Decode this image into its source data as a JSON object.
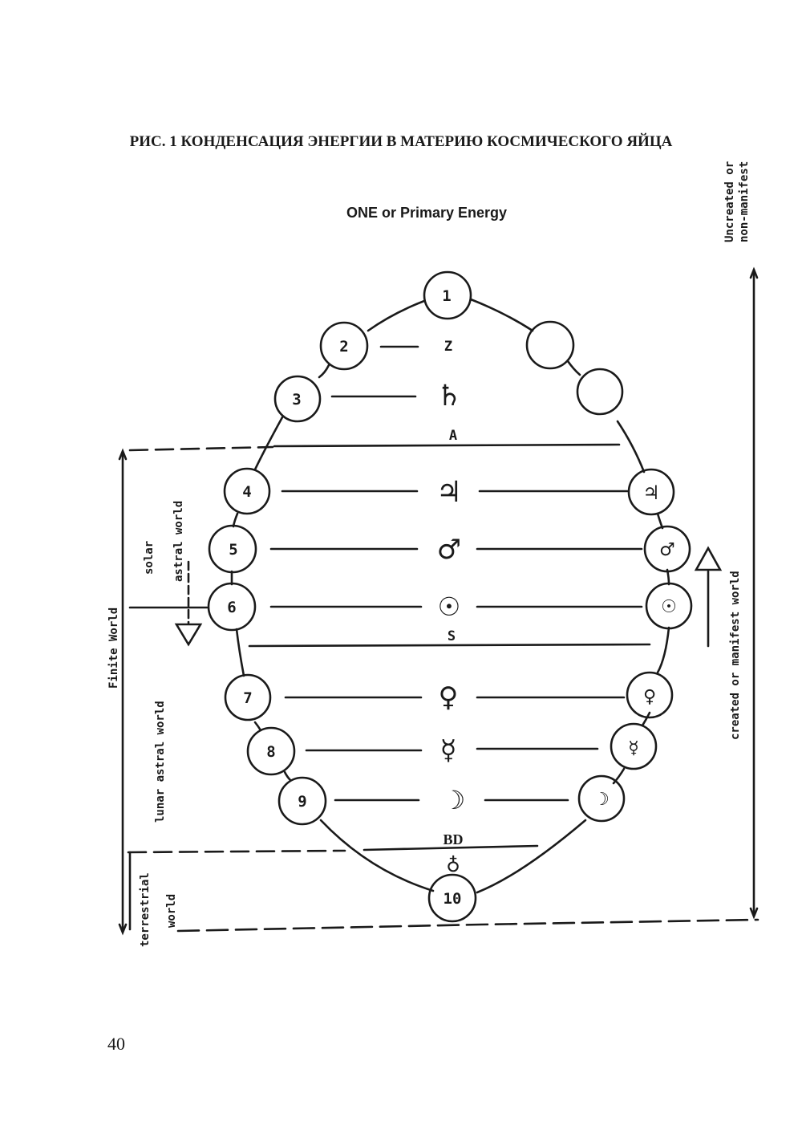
{
  "page": {
    "title": "РИС. 1 КОНДЕНСАЦИЯ ЭНЕРГИИ В МАТЕРИЮ КОСМИЧЕСКОГО ЯЙЦА",
    "page_number": "40"
  },
  "diagram": {
    "top_label": "ONE or Primary Energy",
    "left_nodes": [
      "1",
      "2",
      "3",
      "4",
      "5",
      "6",
      "7",
      "8",
      "9",
      "10"
    ],
    "center_labels": {
      "z": "Z",
      "a": "A",
      "s": "S",
      "bd": "BD"
    },
    "planet_symbols": {
      "saturn": "♄",
      "jupiter": "♃",
      "mars": "♂",
      "sun": "☉",
      "venus": "♀",
      "mercury": "☿",
      "moon": "☽",
      "earth": "♁"
    },
    "right_nodes": {
      "jupiter": "♃",
      "mars": "♂",
      "sun": "☉",
      "venus": "♀",
      "mercury": "☿",
      "moon": "☽"
    },
    "side_labels": {
      "uncreated_line1": "Uncreated or",
      "uncreated_line2": "non-manifest",
      "created": "created or manifest world",
      "finite": "Finite World",
      "solar": "solar",
      "astral": "astral world",
      "lunar": "lunar astral world",
      "terrestrial": "terrestrial",
      "world": "world"
    }
  }
}
